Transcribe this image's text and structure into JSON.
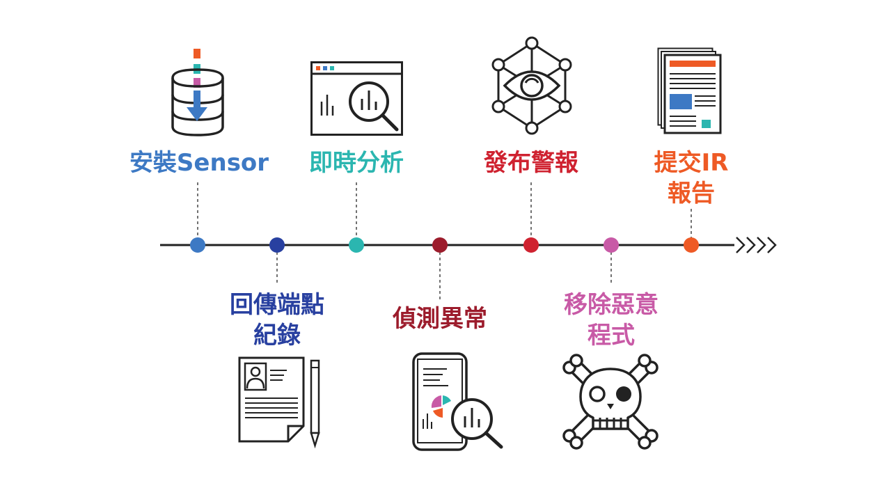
{
  "steps": [
    {
      "lines": [
        "安裝Sensor"
      ],
      "color": "#3d79c4",
      "icon": "database-download-icon",
      "position": "top"
    },
    {
      "lines": [
        "回傳端點",
        "紀錄"
      ],
      "color": "#2840a0",
      "icon": "profile-document-pencil-icon",
      "position": "bottom"
    },
    {
      "lines": [
        "即時分析"
      ],
      "color": "#2bb6b0",
      "icon": "browser-magnifier-chart-icon",
      "position": "top"
    },
    {
      "lines": [
        "偵測異常"
      ],
      "color": "#9c1c2c",
      "icon": "phone-magnifier-chart-icon",
      "position": "bottom"
    },
    {
      "lines": [
        "發布警報"
      ],
      "color": "#cf2230",
      "icon": "network-eye-icon",
      "position": "top"
    },
    {
      "lines": [
        "移除惡意",
        "程式"
      ],
      "color": "#c85aa6",
      "icon": "skull-crossbones-icon",
      "position": "bottom"
    },
    {
      "lines": [
        "提交IR",
        "報告"
      ],
      "color": "#ee5a25",
      "icon": "report-document-icon",
      "position": "top"
    }
  ],
  "timeline": {
    "arrow": "chevrons-right-icon",
    "line_color": "#222222"
  }
}
